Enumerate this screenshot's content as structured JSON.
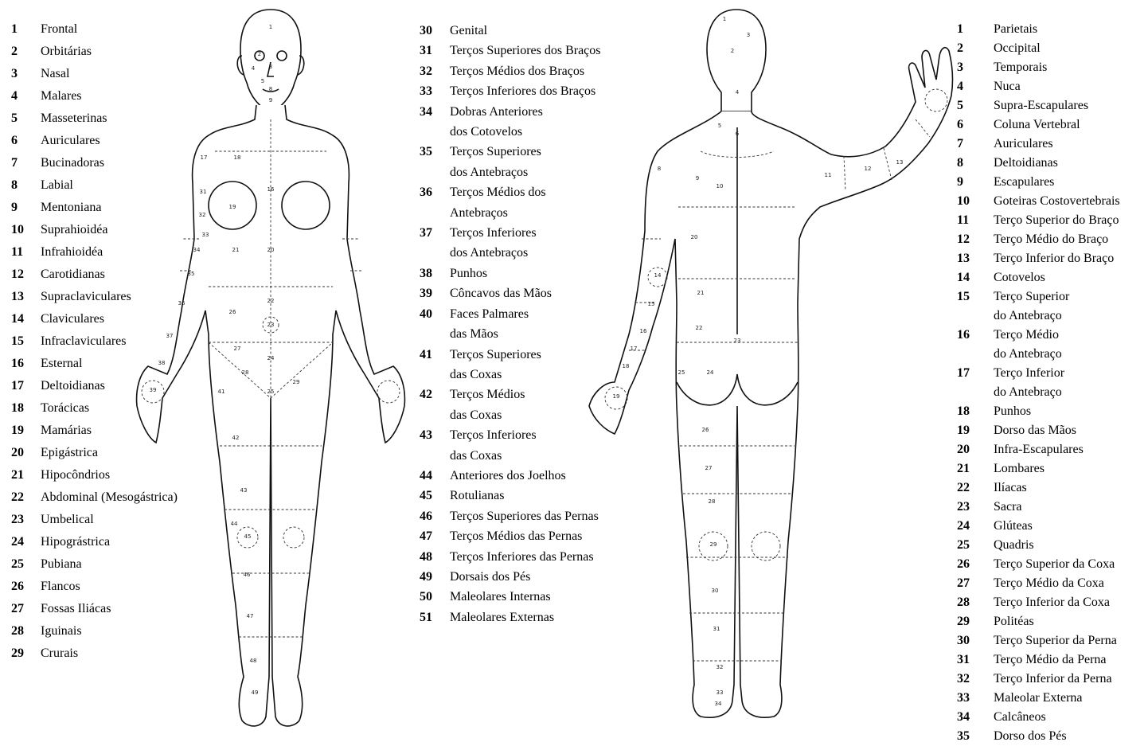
{
  "legend_front": [
    {
      "num": "1",
      "label": "Frontal"
    },
    {
      "num": "2",
      "label": "Orbitárias"
    },
    {
      "num": "3",
      "label": "Nasal"
    },
    {
      "num": "4",
      "label": "Malares"
    },
    {
      "num": "5",
      "label": "Masseterinas"
    },
    {
      "num": "6",
      "label": "Auriculares"
    },
    {
      "num": "7",
      "label": "Bucinadoras"
    },
    {
      "num": "8",
      "label": "Labial"
    },
    {
      "num": "9",
      "label": "Mentoniana"
    },
    {
      "num": "10",
      "label": "Suprahioidéa"
    },
    {
      "num": "11",
      "label": "Infrahioidéa"
    },
    {
      "num": "12",
      "label": "Carotidianas"
    },
    {
      "num": "13",
      "label": "Supraclaviculares"
    },
    {
      "num": "14",
      "label": "Claviculares"
    },
    {
      "num": "15",
      "label": "Infraclaviculares"
    },
    {
      "num": "16",
      "label": "Esternal"
    },
    {
      "num": "17",
      "label": "Deltoidianas"
    },
    {
      "num": "18",
      "label": "Torácicas"
    },
    {
      "num": "19",
      "label": "Mamárias"
    },
    {
      "num": "20",
      "label": "Epigástrica"
    },
    {
      "num": "21",
      "label": "Hipocôndrios"
    },
    {
      "num": "22",
      "label": "Abdominal (Mesogástrica)"
    },
    {
      "num": "23",
      "label": "Umbelical"
    },
    {
      "num": "24",
      "label": "Hipográstrica"
    },
    {
      "num": "25",
      "label": "Pubiana"
    },
    {
      "num": "26",
      "label": "Flancos"
    },
    {
      "num": "27",
      "label": "Fossas Iliácas"
    },
    {
      "num": "28",
      "label": "Iguinais"
    },
    {
      "num": "29",
      "label": "Crurais"
    }
  ],
  "legend_front_cont": [
    {
      "num": "30",
      "label": "Genital"
    },
    {
      "num": "31",
      "label": "Terços Superiores dos Braços"
    },
    {
      "num": "32",
      "label": "Terços Médios dos Braços"
    },
    {
      "num": "33",
      "label": "Terços Inferiores dos Braços"
    },
    {
      "num": "34",
      "label": "Dobras Anteriores\ndos Cotovelos"
    },
    {
      "num": "35",
      "label": "Terços Superiores\ndos Antebraços"
    },
    {
      "num": "36",
      "label": "Terços Médios dos\nAntebraços"
    },
    {
      "num": "37",
      "label": "Terços Inferiores\ndos Antebraços"
    },
    {
      "num": "38",
      "label": "Punhos"
    },
    {
      "num": "39",
      "label": "Côncavos das Mãos"
    },
    {
      "num": "40",
      "label": "Faces Palmares\ndas Mãos"
    },
    {
      "num": "41",
      "label": "Terços Superiores\ndas Coxas"
    },
    {
      "num": "42",
      "label": "Terços Médios\ndas Coxas"
    },
    {
      "num": "43",
      "label": "Terços Inferiores\ndas Coxas"
    },
    {
      "num": "44",
      "label": "Anteriores dos Joelhos"
    },
    {
      "num": "45",
      "label": "Rotulianas"
    },
    {
      "num": "46",
      "label": "Terços Superiores das Pernas"
    },
    {
      "num": "47",
      "label": "Terços Médios das Pernas"
    },
    {
      "num": "48",
      "label": "Terços Inferiores das Pernas"
    },
    {
      "num": "49",
      "label": "Dorsais dos Pés"
    },
    {
      "num": "50",
      "label": "Maleolares Internas"
    },
    {
      "num": "51",
      "label": "Maleolares Externas"
    }
  ],
  "legend_back": [
    {
      "num": "1",
      "label": "Parietais"
    },
    {
      "num": "2",
      "label": "Occipital"
    },
    {
      "num": "3",
      "label": "Temporais"
    },
    {
      "num": "4",
      "label": "Nuca"
    },
    {
      "num": "5",
      "label": "Supra-Escapulares"
    },
    {
      "num": "6",
      "label": "Coluna Vertebral"
    },
    {
      "num": "7",
      "label": "Auriculares"
    },
    {
      "num": "8",
      "label": "Deltoidianas"
    },
    {
      "num": "9",
      "label": "Escapulares"
    },
    {
      "num": "10",
      "label": "Goteiras Costovertebrais"
    },
    {
      "num": "11",
      "label": "Terço Superior do Braço"
    },
    {
      "num": "12",
      "label": "Terço Médio do Braço"
    },
    {
      "num": "13",
      "label": "Terço Inferior do Braço"
    },
    {
      "num": "14",
      "label": "Cotovelos"
    },
    {
      "num": "15",
      "label": "Terço Superior\ndo Antebraço"
    },
    {
      "num": "16",
      "label": "Terço Médio\ndo Antebraço"
    },
    {
      "num": "17",
      "label": "Terço Inferior\ndo Antebraço"
    },
    {
      "num": "18",
      "label": "Punhos"
    },
    {
      "num": "19",
      "label": "Dorso das Mãos"
    },
    {
      "num": "20",
      "label": "Infra-Escapulares"
    },
    {
      "num": "21",
      "label": "Lombares"
    },
    {
      "num": "22",
      "label": "Ilíacas"
    },
    {
      "num": "23",
      "label": "Sacra"
    },
    {
      "num": "24",
      "label": "Glúteas"
    },
    {
      "num": "25",
      "label": "Quadris"
    },
    {
      "num": "26",
      "label": "Terço Superior da Coxa"
    },
    {
      "num": "27",
      "label": "Terço Médio da Coxa"
    },
    {
      "num": "28",
      "label": "Terço Inferior da Coxa"
    },
    {
      "num": "29",
      "label": "Politéas"
    },
    {
      "num": "30",
      "label": "Terço Superior da Perna"
    },
    {
      "num": "31",
      "label": "Terço Médio da Perna"
    },
    {
      "num": "32",
      "label": "Terço Inferior da Perna"
    },
    {
      "num": "33",
      "label": "Maleolar Externa"
    },
    {
      "num": "34",
      "label": "Calcâneos"
    },
    {
      "num": "35",
      "label": "Dorso dos Pés"
    }
  ],
  "front_figure_labels": [
    "1",
    "2",
    "3",
    "4",
    "5",
    "8",
    "9",
    "16",
    "17",
    "18",
    "19",
    "20",
    "21",
    "22",
    "23",
    "24",
    "25",
    "26",
    "27",
    "28",
    "29",
    "31",
    "32",
    "33",
    "34",
    "35",
    "36",
    "37",
    "38",
    "39",
    "41",
    "42",
    "43",
    "44",
    "45",
    "46",
    "47",
    "48",
    "49"
  ],
  "back_figure_labels": [
    "1",
    "2",
    "3",
    "4",
    "5",
    "6",
    "8",
    "9",
    "10",
    "11",
    "12",
    "13",
    "14",
    "15",
    "16",
    "17",
    "18",
    "19",
    "20",
    "21",
    "22",
    "23",
    "24",
    "25",
    "26",
    "27",
    "28",
    "29",
    "30",
    "31",
    "32",
    "33",
    "34"
  ]
}
